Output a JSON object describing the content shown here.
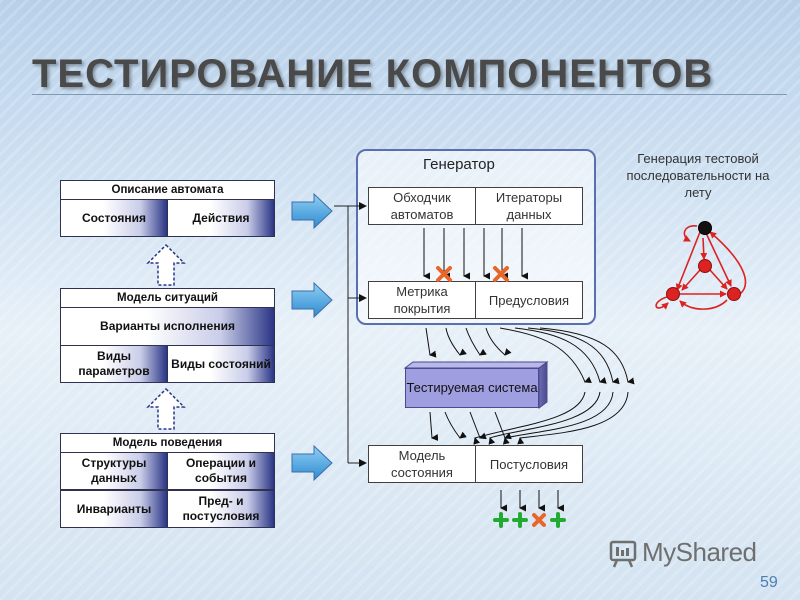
{
  "title": "ТЕСТИРОВАНИЕ КОМПОНЕНТОВ",
  "left": {
    "automaton": {
      "header": "Описание автомата",
      "states": "Состояния",
      "actions": "Действия"
    },
    "situations": {
      "header": "Модель ситуаций",
      "variants": "Варианты исполнения",
      "param_types": "Виды параметров",
      "state_types": "Виды состояний"
    },
    "behavior": {
      "header": "Модель поведения",
      "data_structures": "Структуры данных",
      "ops_events": "Операции и события",
      "invariants": "Инварианты",
      "pre_post": "Пред- и постусловия"
    }
  },
  "generator": {
    "title": "Генератор",
    "walker": "Обходчик автоматов",
    "iterators": "Итераторы данных",
    "metric": "Метрика покрытия",
    "preconditions": "Предусловия"
  },
  "system": "Тестируемая система",
  "model_state": "Модель состояния",
  "postconditions": "Постусловия",
  "generation_note": "Генерация тестовой последовательности на лету",
  "logo": "MyShared",
  "page_number": "59",
  "colors": {
    "accent": "#2a3585",
    "gen_border": "#5a6fb0",
    "system_fill": "#9f9ee0",
    "pass": "#22aa33",
    "fail": "#e8662a",
    "graph": "#dd2222"
  }
}
